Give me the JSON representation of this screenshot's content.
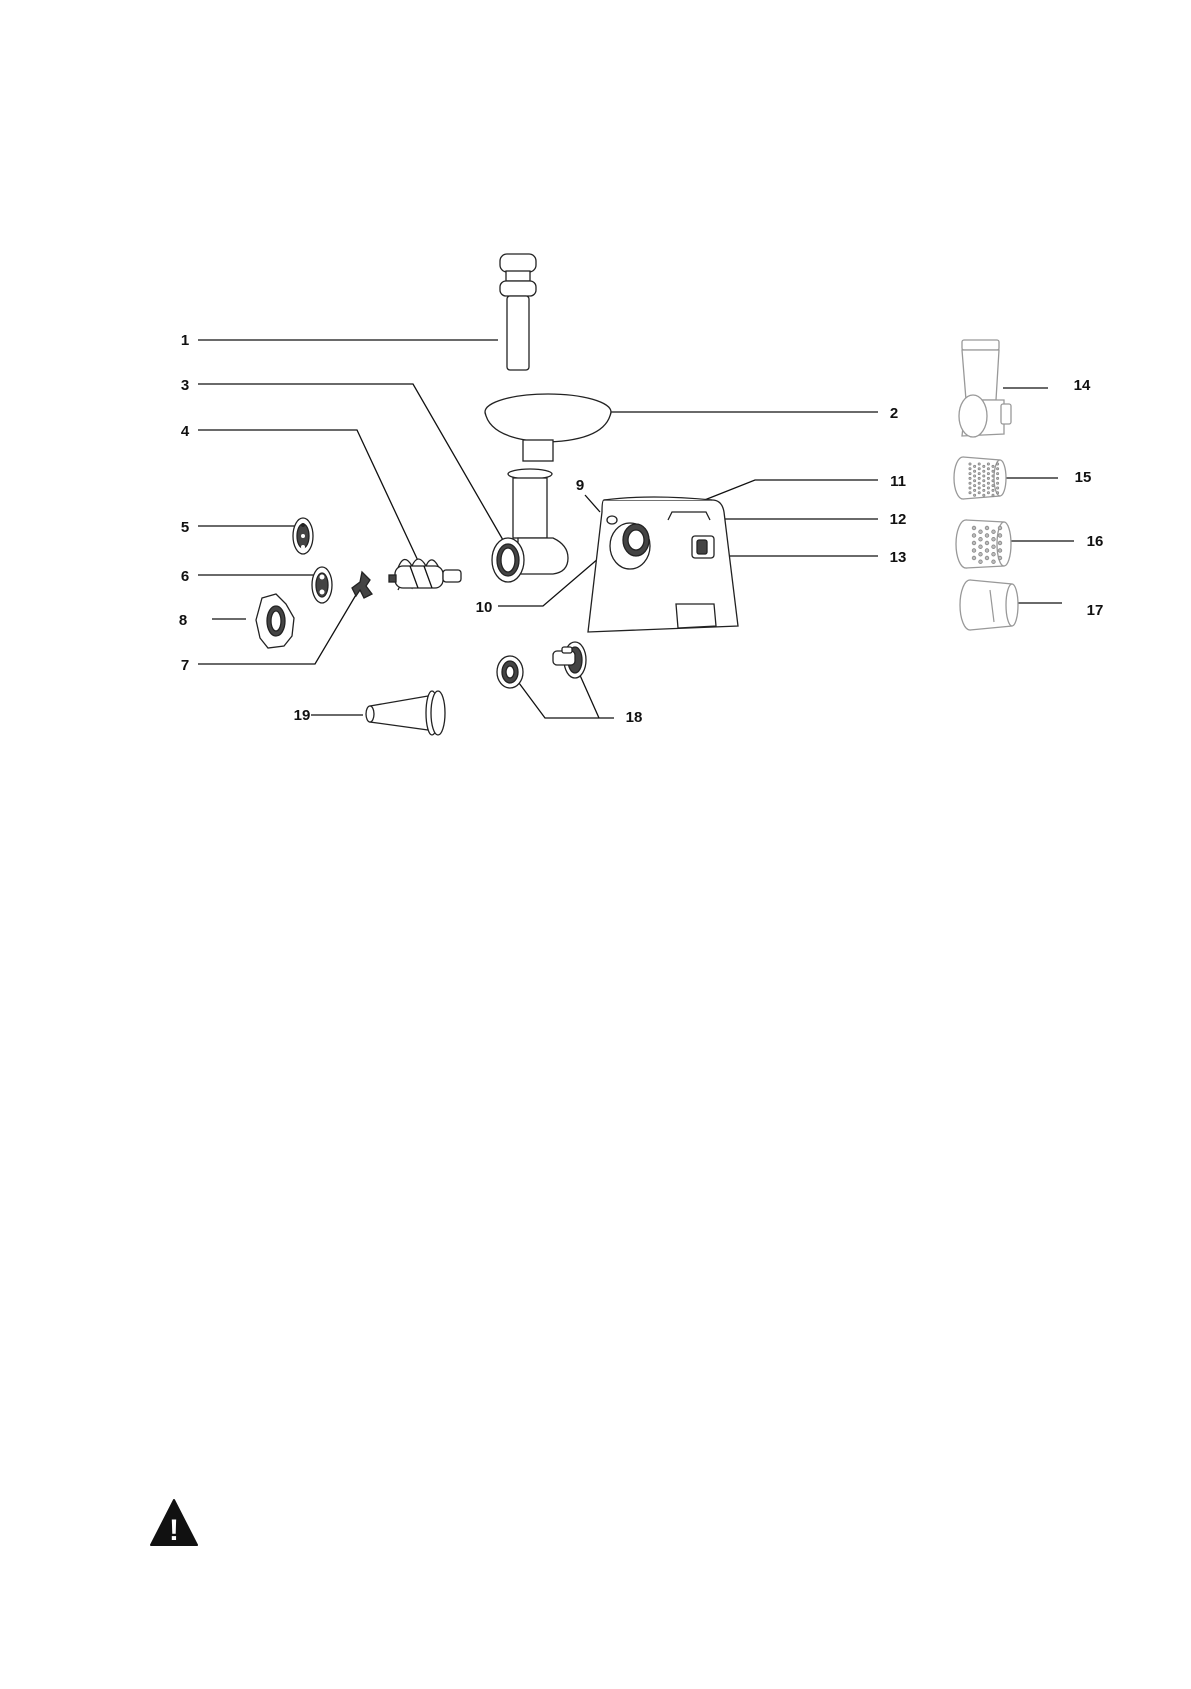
{
  "diagram": {
    "callouts": [
      {
        "id": "1",
        "label": "1"
      },
      {
        "id": "2",
        "label": "2"
      },
      {
        "id": "3",
        "label": "3"
      },
      {
        "id": "4",
        "label": "4"
      },
      {
        "id": "5",
        "label": "5"
      },
      {
        "id": "6",
        "label": "6"
      },
      {
        "id": "7",
        "label": "7"
      },
      {
        "id": "8",
        "label": "8"
      },
      {
        "id": "9",
        "label": "9"
      },
      {
        "id": "10",
        "label": "10"
      },
      {
        "id": "11",
        "label": "11"
      },
      {
        "id": "12",
        "label": "12"
      },
      {
        "id": "13",
        "label": "13"
      },
      {
        "id": "14",
        "label": "14"
      },
      {
        "id": "15",
        "label": "15"
      },
      {
        "id": "16",
        "label": "16"
      },
      {
        "id": "17",
        "label": "17"
      },
      {
        "id": "18",
        "label": "18"
      },
      {
        "id": "19",
        "label": "19"
      }
    ]
  },
  "warning": {
    "icon": "warning-triangle-icon",
    "symbol": "!"
  }
}
